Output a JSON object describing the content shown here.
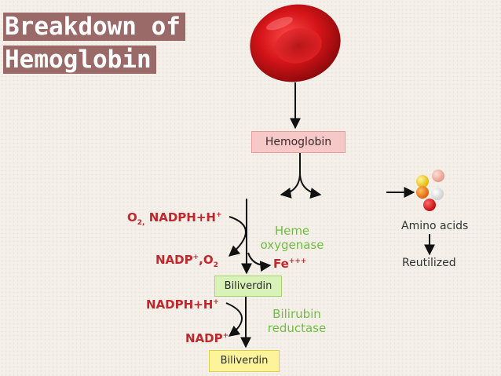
{
  "title": {
    "line1": "Breakdown of",
    "line2": "Hemoglobin"
  },
  "nodes": {
    "hemoglobin": "Hemoglobin",
    "biliverdin_1": "Biliverdin",
    "biliverdin_2": "Biliverdin",
    "amino_acids": "Amino acids",
    "reutilized": "Reutilized"
  },
  "step1": {
    "input_o2": "O",
    "input_o2_sub": "2,",
    "input_nadph": "NADPH+H",
    "input_nadph_sup": "+",
    "output_nadp": "NADP",
    "output_nadp_sup": "+",
    "output_o2": ",O",
    "output_o2_sub": "2",
    "enzyme_line1": "Heme",
    "enzyme_line2": "oxygenase",
    "product": "Fe",
    "product_sup": "+++"
  },
  "step2": {
    "input_nadph": "NADPH+H",
    "input_nadph_sup": "+",
    "output_nadp": "NADP",
    "output_nadp_sup": "+",
    "enzyme_line1": "Bilirubin",
    "enzyme_line2": "reductase"
  },
  "colors": {
    "title_bg": "#9a6a68",
    "cofactor_red": "#c0282e",
    "enzyme_green": "#6fbe3f",
    "hemoglobin_box": "#f6c8c8",
    "biliverdin_box_1": "#d9f2b8",
    "biliverdin_box_2": "#fcf39a"
  },
  "icons": [
    "red-blood-cell-icon",
    "amino-acid-balls-icon"
  ]
}
